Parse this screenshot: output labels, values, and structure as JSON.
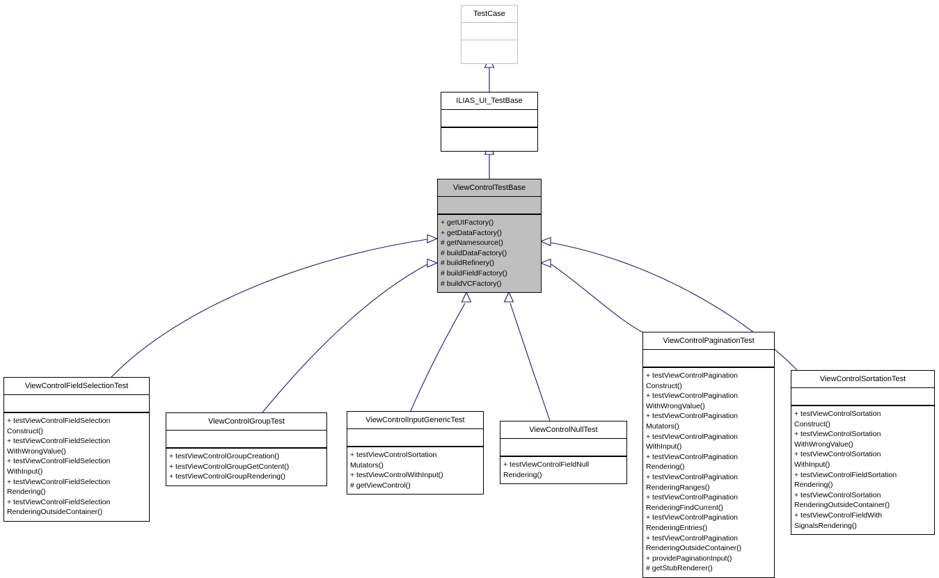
{
  "diagram": {
    "type": "uml-class-inheritance",
    "colors": {
      "edge": "#191970",
      "highlight_fill": "#bfbfbf",
      "external_border": "#bebebe",
      "box_border": "#000000",
      "background": "#ffffff"
    },
    "classes": {
      "testcase": {
        "title": "TestCase",
        "method_lines": []
      },
      "ilias_ui_testbase": {
        "title": "ILIAS_UI_TestBase",
        "method_lines": []
      },
      "viewcontroltestbase": {
        "title": "ViewControlTestBase",
        "method_lines": [
          "+ getUIFactory()",
          "+ getDataFactory()",
          "# getNamesource()",
          "# buildDataFactory()",
          "# buildRefinery()",
          "# buildFieldFactory()",
          "# buildVCFactory()"
        ]
      },
      "fieldselection": {
        "title": "ViewControlFieldSelectionTest",
        "method_lines": [
          "+ testViewControlFieldSelection",
          "Construct()",
          "+ testViewControlFieldSelection",
          "WithWrongValue()",
          "+ testViewControlFieldSelection",
          "WithInput()",
          "+ testViewControlFieldSelection",
          "Rendering()",
          "+ testViewControlFieldSelection",
          "RenderingOutsideContainer()"
        ]
      },
      "group": {
        "title": "ViewControlGroupTest",
        "method_lines": [
          "+ testViewControlGroupCreation()",
          "+ testViewControlGroupGetContent()",
          "+ testViewControlGroupRendering()"
        ]
      },
      "inputgeneric": {
        "title": "ViewControlInputGenericTest",
        "method_lines": [
          "+ testViewControlSortation",
          "Mutators()",
          "+ testViewControlWithInput()",
          "# getViewControl()"
        ]
      },
      "nulltest": {
        "title": "ViewControlNullTest",
        "method_lines": [
          "+ testViewControlFieldNull",
          "Rendering()"
        ]
      },
      "pagination": {
        "title": "ViewControlPaginationTest",
        "method_lines": [
          "+ testViewControlPagination",
          "Construct()",
          "+ testViewControlPagination",
          "WithWrongValue()",
          "+ testViewControlPagination",
          "Mutators()",
          "+ testViewControlPagination",
          "WithInput()",
          "+ testViewControlPagination",
          "Rendering()",
          "+ testViewControlPagination",
          "RenderingRanges()",
          "+ testViewControlPagination",
          "RenderingFindCurrent()",
          "+ testViewControlPagination",
          "RenderingEntries()",
          "+ testViewControlPagination",
          "RenderingOutsideContainer()",
          "+ providePaginationInput()",
          "# getStubRenderer()"
        ]
      },
      "sortation": {
        "title": "ViewControlSortationTest",
        "method_lines": [
          "+ testViewControlSortation",
          "Construct()",
          "+ testViewControlSortation",
          "WithWrongValue()",
          "+ testViewControlSortation",
          "WithInput()",
          "+ testViewControlFieldSortation",
          "Rendering()",
          "+ testViewControlSortation",
          "RenderingOutsideContainer()",
          "+ testViewControlFieldWith",
          "SignalsRendering()"
        ]
      }
    },
    "edges": [
      {
        "from": "ILIAS_UI_TestBase",
        "to": "TestCase",
        "type": "inheritance"
      },
      {
        "from": "ViewControlTestBase",
        "to": "ILIAS_UI_TestBase",
        "type": "inheritance"
      },
      {
        "from": "ViewControlFieldSelectionTest",
        "to": "ViewControlTestBase",
        "type": "inheritance"
      },
      {
        "from": "ViewControlGroupTest",
        "to": "ViewControlTestBase",
        "type": "inheritance"
      },
      {
        "from": "ViewControlInputGenericTest",
        "to": "ViewControlTestBase",
        "type": "inheritance"
      },
      {
        "from": "ViewControlNullTest",
        "to": "ViewControlTestBase",
        "type": "inheritance"
      },
      {
        "from": "ViewControlPaginationTest",
        "to": "ViewControlTestBase",
        "type": "inheritance"
      },
      {
        "from": "ViewControlSortationTest",
        "to": "ViewControlTestBase",
        "type": "inheritance"
      }
    ]
  }
}
